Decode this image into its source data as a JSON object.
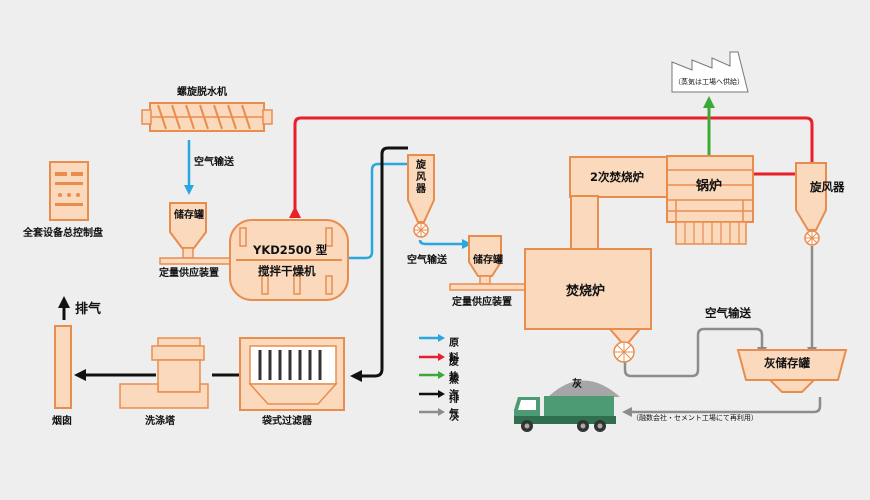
{
  "labels": {
    "screw_dewater": "螺旋脱水机",
    "air_transport_1": "空气输送",
    "storage_tank_1": "储存罐",
    "fixed_supply_1": "定量供应装置",
    "dryer_model": "YKD2500 型",
    "dryer_name": "搅拌干燥机",
    "control_panel": "全套设备总控制盘",
    "cyclone_1": "旋风器",
    "air_transport_2": "空气输送",
    "storage_tank_2": "储存罐",
    "fixed_supply_2": "定量供应装置",
    "secondary_incinerator": "2次焚烧炉",
    "incinerator": "焚烧炉",
    "boiler": "锅炉",
    "cyclone_2": "旋风器",
    "steam_supply": "（蒸気は工場へ供給）",
    "exhaust": "排气",
    "chimney": "烟囱",
    "scrubber": "洗涤塔",
    "bag_filter": "袋式过滤器",
    "air_transport_3": "空气输送",
    "ash_tank": "灰储存罐",
    "ash_pile": "灰",
    "reuse_note": "（融数会社・セメント工場にて再利用）"
  },
  "legend": [
    {
      "label": "原料",
      "color": "#29a8e0"
    },
    {
      "label": "废热",
      "color": "#e8202a"
    },
    {
      "label": "蒸汽",
      "color": "#3aa935"
    },
    {
      "label": "排气",
      "color": "#111111"
    },
    {
      "label": "灰",
      "color": "#8c8c8c"
    }
  ],
  "colors": {
    "equipment_fill": "#fbd9bd",
    "equipment_stroke": "#e98d4f",
    "truck": "#4c9b74",
    "ash": "#a6a6a6"
  }
}
